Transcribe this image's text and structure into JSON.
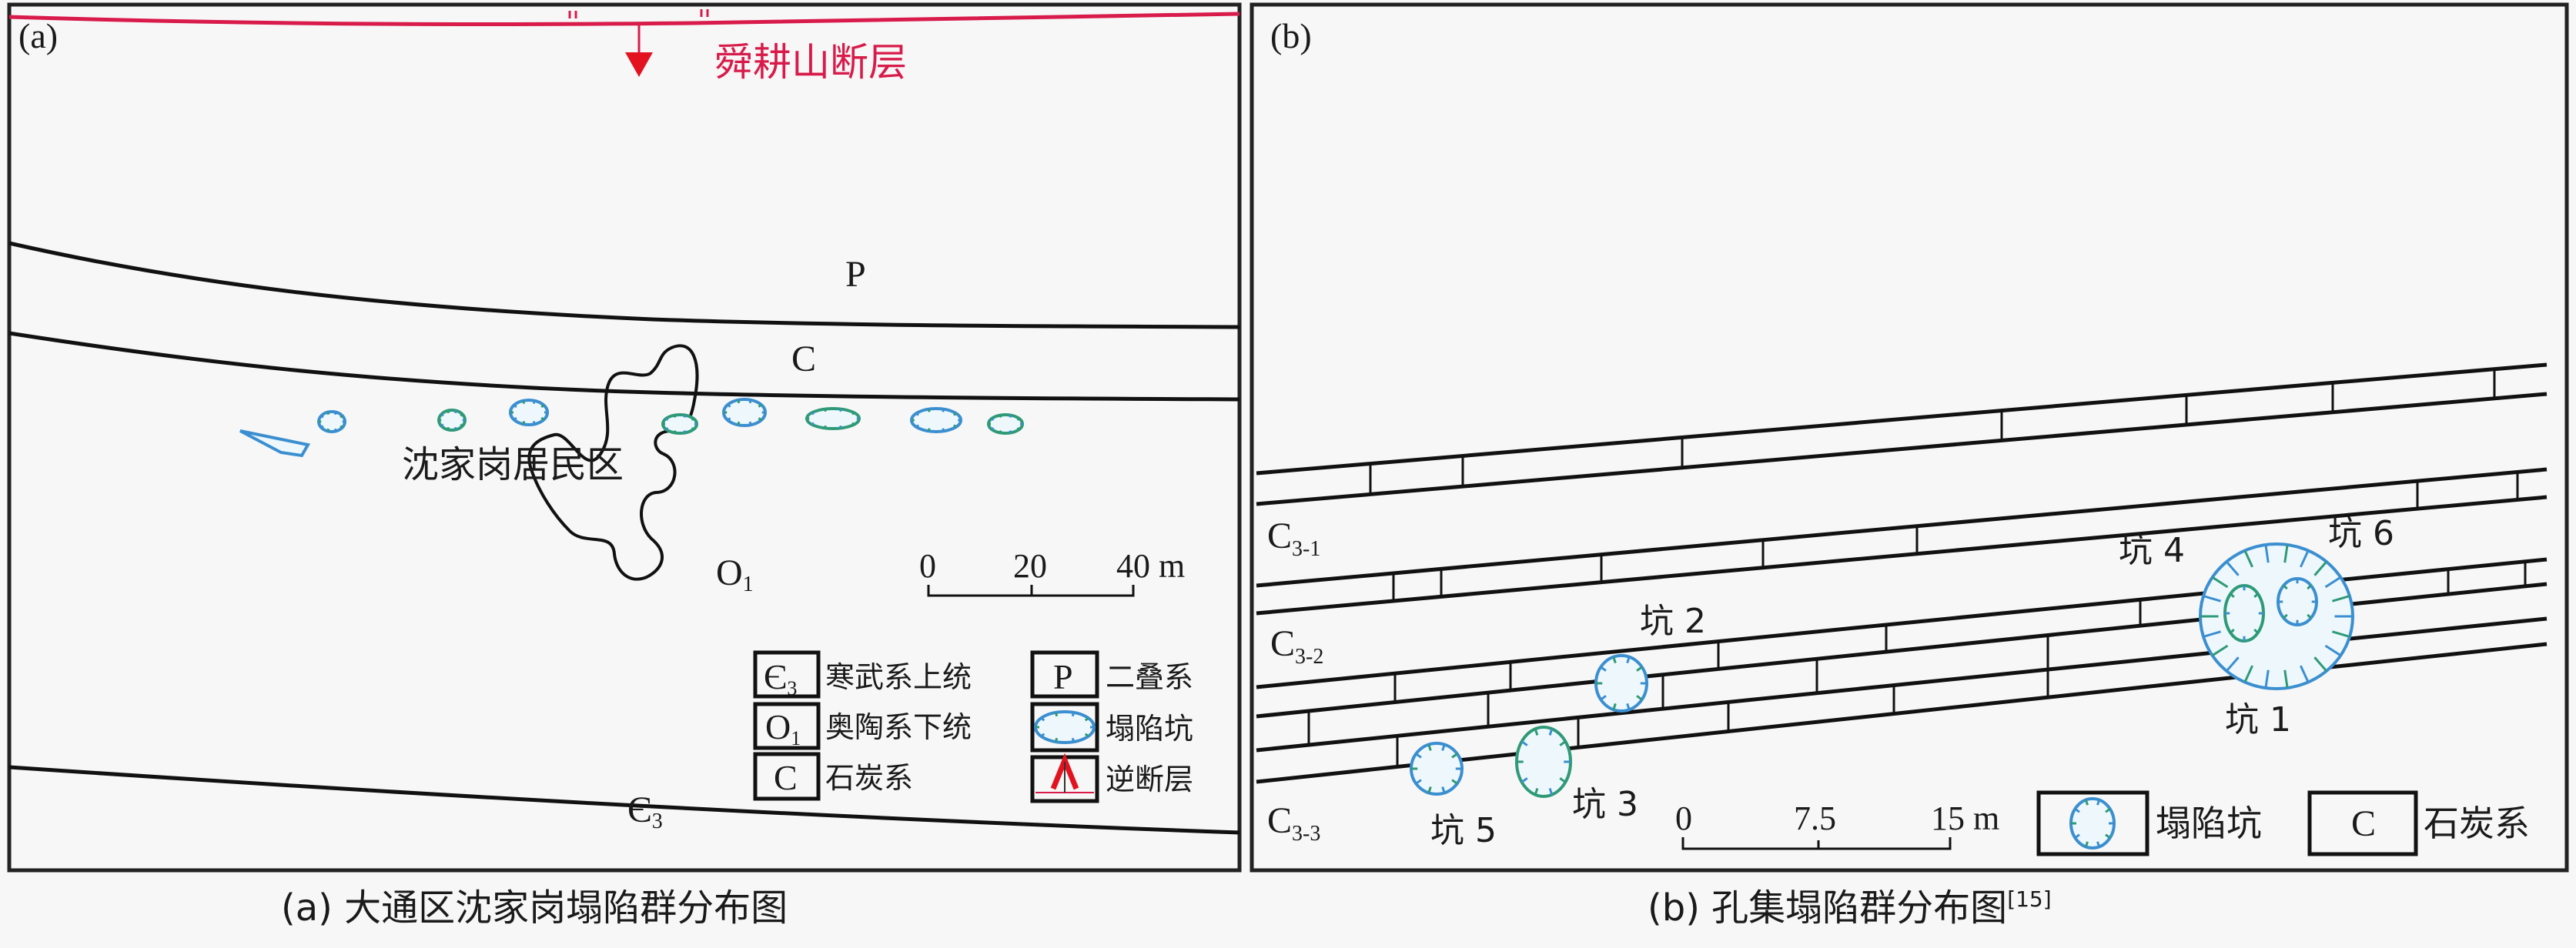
{
  "panel_a": {
    "label": "(a)",
    "fault_label": "舜耕山断层",
    "strata": {
      "P": "P",
      "C": "C",
      "O1": {
        "symbol": "O",
        "sub": "1"
      },
      "E3": {
        "symbol": "Є",
        "sub": "3"
      }
    },
    "village_label": "沈家岗居民区",
    "scale": {
      "ticks": [
        "0",
        "20",
        "40 m"
      ]
    },
    "legend": [
      {
        "symbol": "Є",
        "sub": "3",
        "text": "寒武系上统"
      },
      {
        "symbol": "O",
        "sub": "1",
        "text": "奥陶系下统"
      },
      {
        "symbol": "C",
        "sub": "",
        "text": "石炭系"
      },
      {
        "symbol": "P",
        "sub": "",
        "text": "二叠系"
      },
      {
        "symbol": "",
        "sub": "",
        "text": "塌陷坑"
      },
      {
        "symbol": "",
        "sub": "",
        "text": "逆断层"
      }
    ],
    "caption": "(a) 大通区沈家岗塌陷群分布图"
  },
  "panel_b": {
    "label": "(b)",
    "strata": [
      {
        "symbol": "C",
        "sub": "3-1"
      },
      {
        "symbol": "C",
        "sub": "3-2"
      },
      {
        "symbol": "C",
        "sub": "3-3"
      }
    ],
    "pits": [
      "坑 1",
      "坑 2",
      "坑 3",
      "坑 4",
      "坑 5",
      "坑 6"
    ],
    "scale": {
      "ticks": [
        "0",
        "7.5",
        "15 m"
      ]
    },
    "legend": [
      {
        "symbol": "",
        "text": "塌陷坑"
      },
      {
        "symbol": "C",
        "text": "石炭系"
      }
    ],
    "caption": "(b) 孔集塌陷群分布图",
    "caption_ref": "[15]"
  },
  "colors": {
    "fault": "#d81b4a",
    "pit_blue": "#3b8fd0",
    "pit_green": "#2f9a78"
  }
}
